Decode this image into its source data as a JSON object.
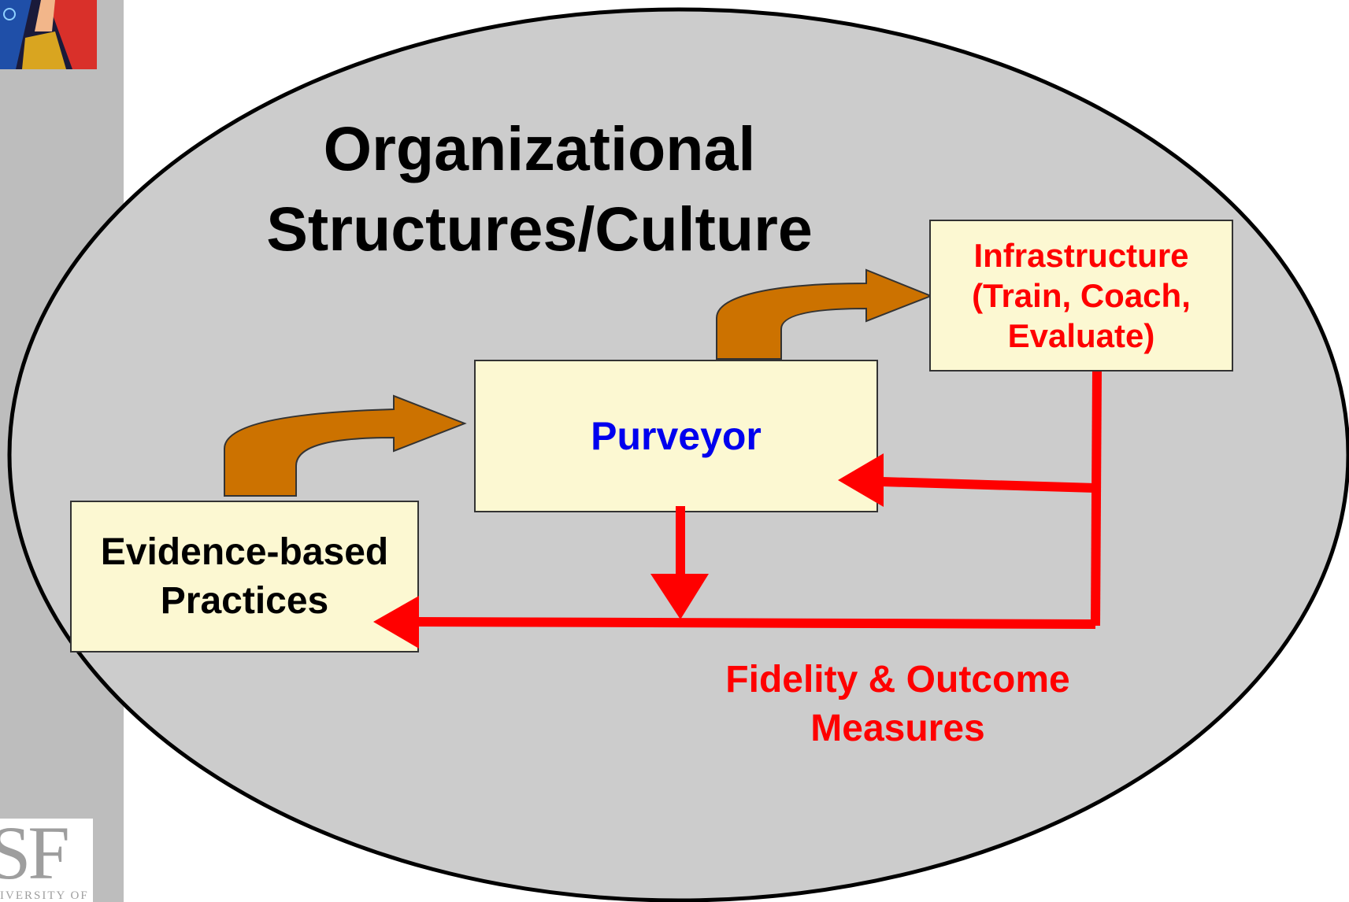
{
  "diagram": {
    "title_line1": "Organizational",
    "title_line2": "Structures/Culture",
    "purveyor": "Purveyor",
    "infrastructure_line1": "Infrastructure",
    "infrastructure_line2": "(Train, Coach,",
    "infrastructure_line3": "Evaluate)",
    "ebp_line1": "Evidence-based",
    "ebp_line2": "Practices",
    "measures_line1": "Fidelity & Outcome",
    "measures_line2": "Measures"
  },
  "colors": {
    "ellipse_fill": "#cccccc",
    "box_fill": "#fcf8d2",
    "curved_arrow": "#cc7200",
    "feedback_arrow": "#ff0000",
    "purveyor_text": "#0000ee",
    "infrastructure_text": "#ff0000"
  },
  "logo": {
    "letters": "SF",
    "subtext": "IVERSITY OF"
  }
}
